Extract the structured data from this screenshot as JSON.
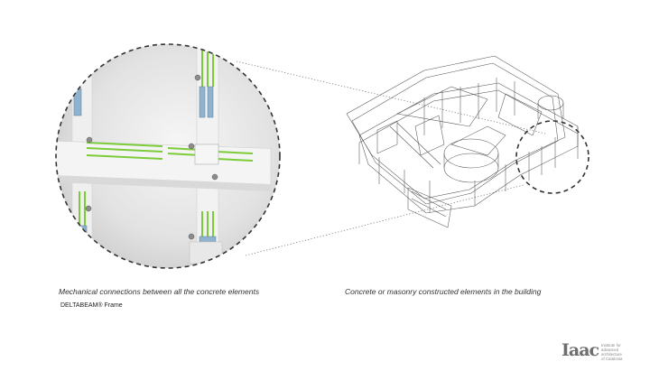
{
  "captions": {
    "left": "Mechanical connections between all the concrete elements",
    "left_sub": "DELTABEAM® Frame",
    "right": "Concrete or masonry constructed elements in the building"
  },
  "logo": {
    "mark": "Iaac",
    "line1": "Institute for",
    "line2": "advanced",
    "line3": "architecture",
    "line4": "of Catalonia"
  },
  "colors": {
    "accent_green": "#7ccc3a",
    "steel_blue": "#8fb3cf",
    "line_gray": "#555555",
    "dash": "#333333"
  }
}
